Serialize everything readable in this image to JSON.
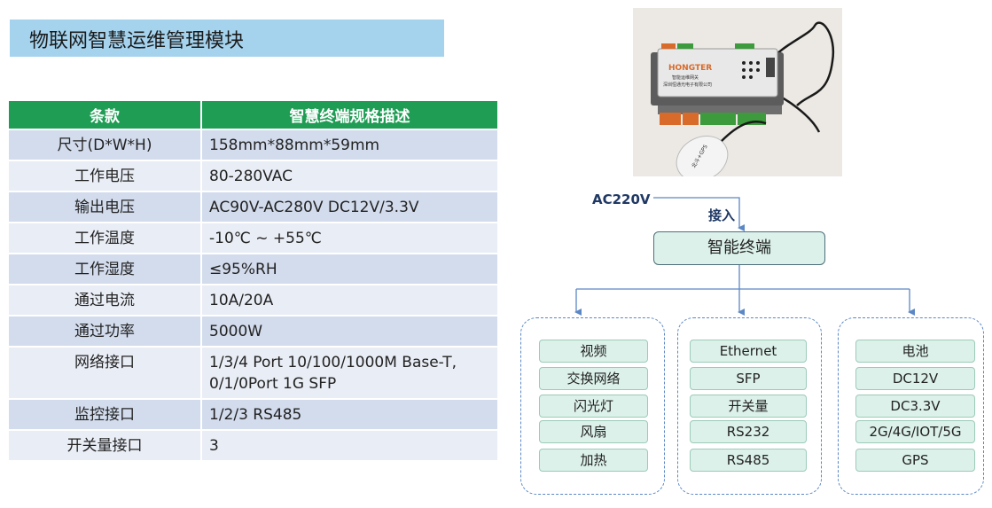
{
  "title": "物联网智慧运维管理模块",
  "spec_table": {
    "headers": [
      "条款",
      "智慧终端规格描述"
    ],
    "rows": [
      {
        "key": "尺寸(D*W*H)",
        "value": "158mm*88mm*59mm"
      },
      {
        "key": "工作电压",
        "value": "80-280VAC"
      },
      {
        "key": "输出电压",
        "value": "AC90V-AC280V DC12V/3.3V"
      },
      {
        "key": "工作温度",
        "value": "-10℃ ~ +55℃"
      },
      {
        "key": "工作湿度",
        "value": "≤95%RH"
      },
      {
        "key": "通过电流",
        "value": "10A/20A"
      },
      {
        "key": "通过功率",
        "value": "5000W"
      },
      {
        "key": "网络接口",
        "value": "1/3/4 Port 10/100/1000M Base-T,\n0/1/0Port 1G SFP"
      },
      {
        "key": "监控接口",
        "value": "1/2/3 RS485"
      },
      {
        "key": "开关量接口",
        "value": "3"
      }
    ]
  },
  "device": {
    "brand": "HONGTER",
    "subtitle": "智能运维网关",
    "company": "深圳恒通光电子有限公司",
    "antenna_label": "北斗+GPS"
  },
  "diagram": {
    "power_input": "AC220V",
    "connect_label": "接入",
    "terminal": "智能终端",
    "groups": [
      {
        "items": [
          "视频",
          "交换网络",
          "闪光灯",
          "风扇",
          "加热"
        ]
      },
      {
        "items": [
          "Ethernet",
          "SFP",
          "开关量",
          "RS232",
          "RS485"
        ]
      },
      {
        "items": [
          "电池",
          "DC12V",
          "DC3.3V",
          "2G/4G/IOT/5G",
          "GPS"
        ]
      }
    ]
  },
  "colors": {
    "title_bg": "#a5d3ee",
    "table_header": "#1f9d55",
    "row_odd": "#d3dced",
    "row_even": "#e9edf5",
    "box_fill": "#dcf1ea",
    "connector": "#5b87c5"
  }
}
